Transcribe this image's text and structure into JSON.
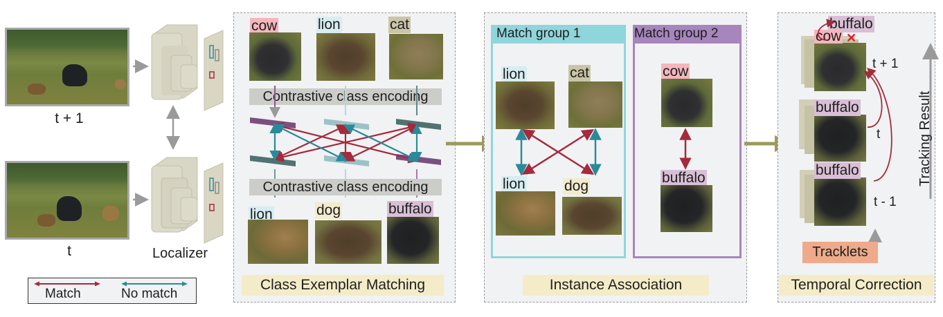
{
  "colors": {
    "match": "#a52a3c",
    "no_match": "#2a8a9a",
    "cow_tag": "#f4b6bd",
    "lion_tag": "#d7edf1",
    "cat_tag": "#c9c5a6",
    "dog_tag": "#f2ebcd",
    "buffalo_tag": "#d9bfd6",
    "group1": "#8fd5dc",
    "group2": "#a785bd",
    "title_bg": "#f4ecc8",
    "tracklets_bg": "#eeaa8a",
    "flow_arrow": "#9b9a5a"
  },
  "input": {
    "frame_top_label": "t + 1",
    "frame_bottom_label": "t",
    "localizer_label": "Localizer"
  },
  "legend": {
    "match_label": "Match",
    "no_match_label": "No match"
  },
  "class_exemplar": {
    "title": "Class Exemplar Matching",
    "encoding_label_top": "Contrastive class encoding",
    "encoding_label_bottom": "Contrastive class encoding",
    "top_exemplars": [
      {
        "label": "cow",
        "tag": "cow"
      },
      {
        "label": "lion",
        "tag": "lion"
      },
      {
        "label": "cat",
        "tag": "cat"
      }
    ],
    "bottom_exemplars": [
      {
        "label": "lion",
        "tag": "lion"
      },
      {
        "label": "dog",
        "tag": "dog"
      },
      {
        "label": "buffalo",
        "tag": "buffalo"
      }
    ]
  },
  "instance_association": {
    "title": "Instance Association",
    "group1": {
      "title": "Match group 1",
      "top": [
        "lion",
        "cat"
      ],
      "bottom": [
        "lion",
        "dog"
      ]
    },
    "group2": {
      "title": "Match group 2",
      "top": "cow",
      "bottom": "buffalo"
    }
  },
  "temporal_correction": {
    "title": "Temporal Correction",
    "corrected_label": "buffalo",
    "wrong_label": "cow",
    "wrong_mark": "✕",
    "frames": [
      {
        "time": "t + 1",
        "label": "cow"
      },
      {
        "time": "t",
        "label": "buffalo"
      },
      {
        "time": "t - 1",
        "label": "buffalo"
      }
    ],
    "tracklets_label": "Tracklets",
    "axis_label": "Tracking Result"
  }
}
